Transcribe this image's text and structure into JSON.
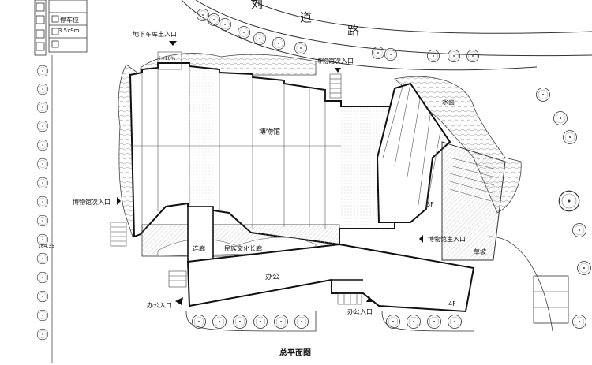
{
  "road_chars": [
    "刘",
    "道",
    "路"
  ],
  "labels": {
    "parking": "停车位",
    "parking_size": "3.5x9m",
    "underground_entrance": "地下车库出入口",
    "slope": "i=10%",
    "museum_secondary_entrance_top": "博物馆次入口",
    "museum": "博物馆",
    "water": "水面",
    "museum_secondary_entrance_left": "博物馆次入口",
    "floor_3f": "3F",
    "museum_main_entrance": "博物馆主入口",
    "grass_slope": "草坡",
    "corridor": "连廊",
    "ethnic_gallery": "民族文化长廊",
    "office": "办公",
    "floor_4f": "4F",
    "office_entrance_left": "办公入口",
    "office_entrance_bottom": "办公入口",
    "elevation": "164.35",
    "title": "总平面图"
  },
  "colors": {
    "line": "#111111",
    "thin_line": "#666666",
    "hatch": "#bbbbbb",
    "water_fill": "#cfcfcf"
  },
  "icons": [
    "tree-icon",
    "north-arrow-icon",
    "entrance-arrow-icon"
  ]
}
